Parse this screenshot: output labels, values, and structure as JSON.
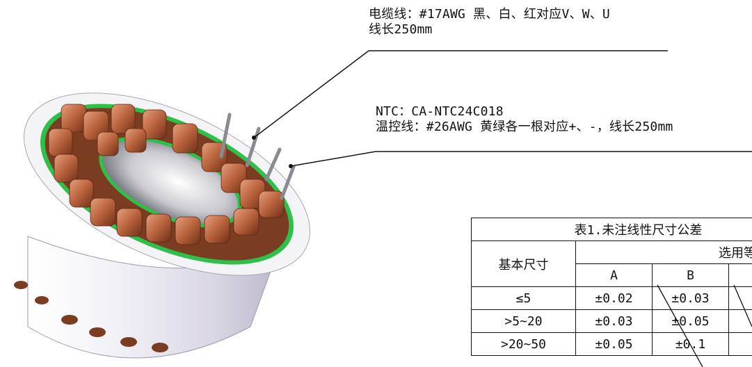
{
  "callouts": {
    "cable_line1": "电缆线：#17AWG 黑、白、红对应V、W、U",
    "cable_line2": "线长250mm",
    "ntc_line1": "NTC：CA-NTC24C018",
    "ntc_line2": "温控线：#26AWG 黄绿各一根对应+、-，线长250mm"
  },
  "tolerance_table": {
    "title": "表1.未注线性尺寸公差",
    "header_basic": "基本尺寸",
    "header_select": "选用等",
    "grades": [
      "A",
      "B",
      ""
    ],
    "rows": [
      {
        "size": "≤5",
        "a": "±0.02",
        "b": "±0.03"
      },
      {
        "size": ">5~20",
        "a": "±0.03",
        "b": "±0.05"
      },
      {
        "size": ">20~50",
        "a": "±0.05",
        "b": "±0.1"
      }
    ]
  },
  "colors": {
    "copper": "#b86a45",
    "insulator_green": "#2fbf4a",
    "housing": "#d8d6e2"
  }
}
